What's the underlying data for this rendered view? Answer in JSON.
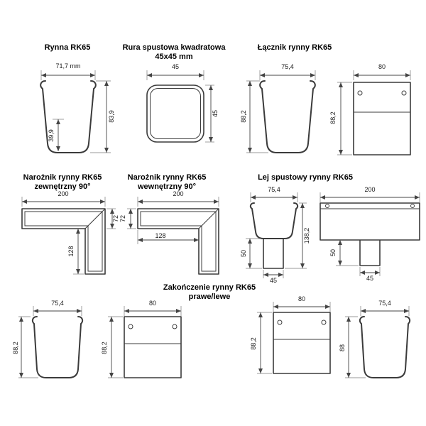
{
  "page": {
    "background": "#ffffff"
  },
  "colors": {
    "outline": "#3b3b3b",
    "dimension": "#444444",
    "text": "#1a1a1a"
  },
  "sections": {
    "rynna": {
      "title": "Rynna RK65",
      "dim_width": "71,7 mm",
      "dim_height": "83,9",
      "dim_inner_height": "39,9"
    },
    "rura": {
      "title_line1": "Rura spustowa kwadratowa",
      "title_line2": "45x45 mm",
      "dim_width": "45",
      "dim_height": "45"
    },
    "lacznik": {
      "title": "Łącznik rynny RK65",
      "profile_dim_width": "75,4",
      "profile_dim_height": "88,2",
      "plate_dim_width": "80",
      "plate_dim_height": "88,2"
    },
    "naroznik_zewnetrzny": {
      "title_line1": "Narożnik rynny RK65",
      "title_line2": "zewnętrzny 90°",
      "dim_width": "200",
      "dim_profile": "72",
      "dim_leg": "128"
    },
    "naroznik_wewnetrzny": {
      "title_line1": "Narożnik rynny RK65",
      "title_line2": "wewnętrzny 90°",
      "dim_width": "200",
      "dim_profile": "72",
      "dim_leg": "128"
    },
    "lej": {
      "title": "Lej spustowy rynny RK65",
      "side_dim_width": "75,4",
      "side_dim_total_height": "138,2",
      "side_dim_spout_height": "50",
      "side_dim_spout_width": "45",
      "front_dim_width": "200",
      "front_dim_spout_height": "50",
      "front_dim_spout_width": "45"
    },
    "zakonczenie": {
      "title_line1": "Zakończenie rynny RK65",
      "title_line2": "prawe/lewe",
      "profile_left_dim_width": "75,4",
      "profile_left_dim_height": "88,2",
      "plate_left_dim_width": "80",
      "plate_left_dim_height": "88,2",
      "plate_right_dim_width": "80",
      "plate_right_dim_height": "88,2",
      "profile_right_dim_width": "75,4",
      "profile_right_dim_height": "88"
    }
  }
}
